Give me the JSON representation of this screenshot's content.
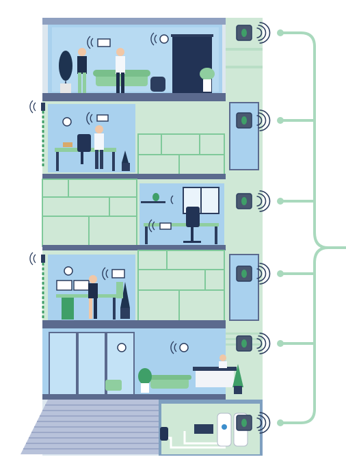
{
  "figure": {
    "kind": "smart-building-cutaway",
    "palette": {
      "building_frame": "#5b6a8e",
      "floor_slab": "#4a5878",
      "room_sky": "#a9d1ee",
      "wall_green": "#cfe8d6",
      "brick_line": "#7fc99a",
      "accent_green": "#3f9f68",
      "sensor_body": "#4a5870",
      "connector_line": "#a9d9bd",
      "furniture_dark": "#2c3d5e",
      "sofa_green": "#8fce9f"
    },
    "floors": [
      {
        "name": "top-floor-lounge",
        "icons": [
          "clock-icon",
          "wifi-icon",
          "thermostat-icon",
          "plant-icon",
          "door-icon",
          "people-icon"
        ]
      },
      {
        "name": "office-floor-1",
        "icons": [
          "clock-icon",
          "wifi-icon",
          "thermostat-icon",
          "plant-icon",
          "desk-icon",
          "chair-icon",
          "person-icon"
        ]
      },
      {
        "name": "office-floor-2",
        "icons": [
          "window-icon",
          "wifi-icon",
          "thermostat-icon",
          "plant-icon",
          "desk-icon",
          "chair-icon"
        ]
      },
      {
        "name": "office-floor-3",
        "icons": [
          "clock-icon",
          "wifi-icon",
          "thermostat-icon",
          "monitor-icon",
          "plant-icon",
          "person-icon"
        ]
      },
      {
        "name": "lobby",
        "icons": [
          "clock-icon",
          "wifi-icon",
          "reception-icon",
          "sofa-icon",
          "plant-icon",
          "glass-door-icon"
        ]
      },
      {
        "name": "basement-utility",
        "icons": [
          "boiler-icon",
          "tank-icon",
          "pipes-icon"
        ]
      }
    ],
    "gateways": [
      {
        "name": "gateway-sensor-1"
      },
      {
        "name": "gateway-sensor-2"
      },
      {
        "name": "gateway-sensor-3"
      },
      {
        "name": "gateway-sensor-4"
      },
      {
        "name": "gateway-sensor-5"
      },
      {
        "name": "gateway-sensor-6"
      }
    ],
    "connector": "bracket-joining-all-sensors"
  }
}
